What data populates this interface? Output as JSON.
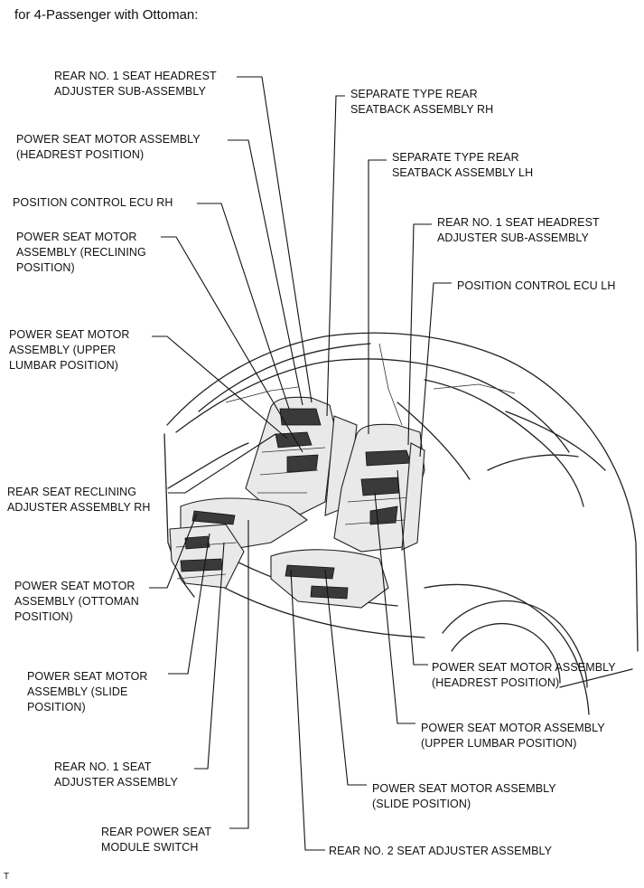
{
  "heading": "for 4-Passenger with Ottoman:",
  "footer_code": "T",
  "labels": {
    "rear_no1_headrest_rh": [
      "REAR NO. 1 SEAT HEADREST",
      "ADJUSTER SUB-ASSEMBLY"
    ],
    "motor_headrest_rh": [
      "POWER SEAT MOTOR ASSEMBLY",
      "(HEADREST POSITION)"
    ],
    "ecu_rh": [
      "POSITION CONTROL ECU RH"
    ],
    "motor_reclining": [
      "POWER SEAT MOTOR",
      "ASSEMBLY (RECLINING",
      "POSITION)"
    ],
    "motor_upper_lumbar_rh": [
      "POWER SEAT MOTOR",
      "ASSEMBLY (UPPER",
      "LUMBAR POSITION)"
    ],
    "reclining_adjuster_rh": [
      "REAR SEAT RECLINING",
      "ADJUSTER ASSEMBLY RH"
    ],
    "motor_ottoman": [
      "POWER SEAT MOTOR",
      "ASSEMBLY (OTTOMAN",
      "POSITION)"
    ],
    "motor_slide_rh": [
      "POWER SEAT MOTOR",
      "ASSEMBLY (SLIDE",
      "POSITION)"
    ],
    "rear_no1_adjuster": [
      "REAR NO. 1 SEAT",
      "ADJUSTER ASSEMBLY"
    ],
    "module_switch": [
      "REAR POWER SEAT",
      "MODULE SWITCH"
    ],
    "seatback_rh": [
      "SEPARATE TYPE REAR",
      "SEATBACK ASSEMBLY RH"
    ],
    "seatback_lh": [
      "SEPARATE TYPE REAR",
      "SEATBACK ASSEMBLY LH"
    ],
    "rear_no1_headrest_lh": [
      "REAR NO. 1 SEAT HEADREST",
      "ADJUSTER SUB-ASSEMBLY"
    ],
    "ecu_lh": [
      "POSITION CONTROL ECU LH"
    ],
    "motor_headrest_lh": [
      "POWER SEAT MOTOR ASSEMBLY",
      "(HEADREST POSITION)"
    ],
    "motor_upper_lumbar_lh": [
      "POWER SEAT MOTOR ASSEMBLY",
      "(UPPER LUMBAR POSITION)"
    ],
    "motor_slide_lh": [
      "POWER SEAT MOTOR ASSEMBLY",
      "(SLIDE POSITION)"
    ],
    "rear_no2_adjuster": [
      "REAR NO. 2 SEAT ADJUSTER ASSEMBLY"
    ]
  }
}
